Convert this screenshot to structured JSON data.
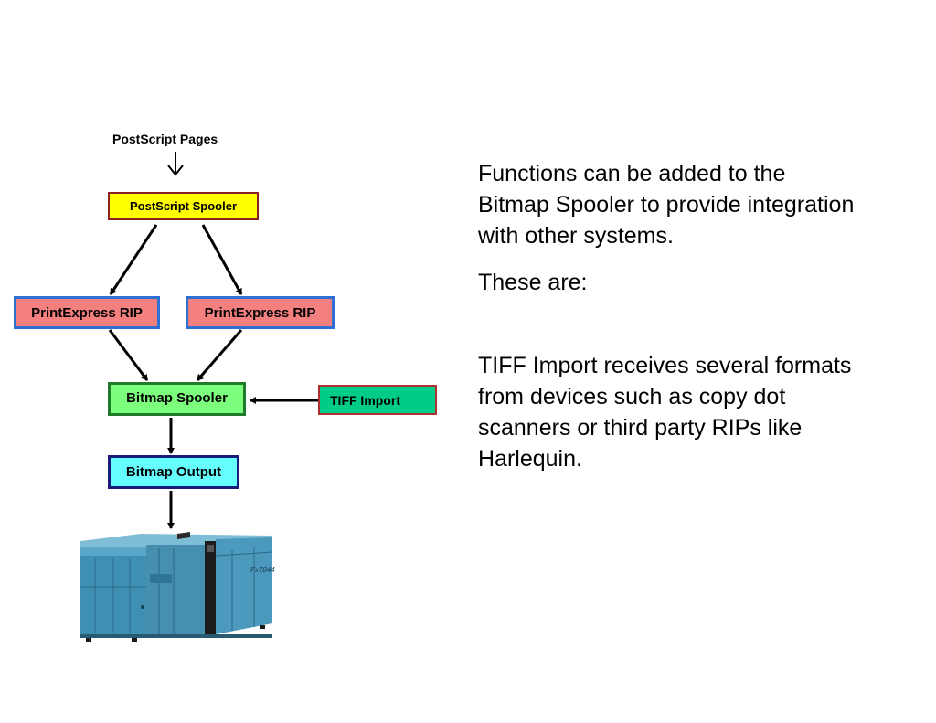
{
  "diagram": {
    "postscript_pages": "PostScript Pages",
    "postscript_spooler": "PostScript Spooler",
    "rip_left": "PrintExpress RIP",
    "rip_right": "PrintExpress RIP",
    "bitmap_spooler": "Bitmap Spooler",
    "tiff_import": "TIFF Import",
    "bitmap_output": "Bitmap Output",
    "printer_brand": "Fx7844"
  },
  "text": {
    "paragraph1": "Functions can be added to the Bitmap Spooler to provide integration with other systems.",
    "paragraph2": "These are:",
    "paragraph3": "TIFF Import receives several formats from devices such as copy dot scanners or third party RIPs like Harlequin."
  },
  "colors": {
    "postscript_spooler": "#ffff00",
    "rip": "#f47f7f",
    "bitmap_spooler": "#7cff7c",
    "tiff_import": "#00cc88",
    "bitmap_output": "#66ffff",
    "printer": "#3f8fb3"
  }
}
